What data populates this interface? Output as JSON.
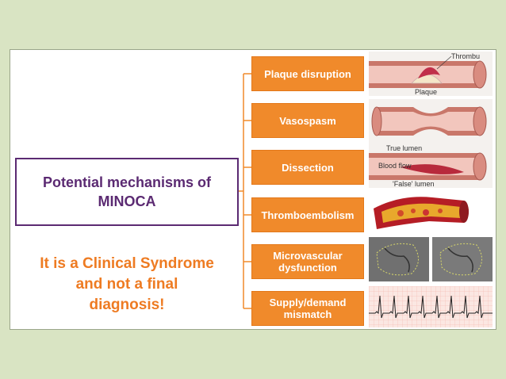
{
  "title": {
    "line1": "Potential mechanisms of",
    "line2": "MINOCA"
  },
  "note": {
    "line1": "It is a Clinical Syndrome",
    "line2": "and not a final",
    "line3": "diagnosis!"
  },
  "mechanisms": [
    {
      "label": "Plaque disruption"
    },
    {
      "label": "Vasospasm"
    },
    {
      "label": "Dissection"
    },
    {
      "label": "Thromboembolism"
    },
    {
      "label": "Microvascular dysfunction"
    },
    {
      "label": "Supply/demand mismatch"
    }
  ],
  "illustrations": {
    "plaque": {
      "thrombus_label": "Thrombu",
      "plaque_label": "Plaque"
    },
    "dissection": {
      "true_lumen_label": "True lumen",
      "blood_flow_label": "Blood flow",
      "false_lumen_label": "'False' lumen"
    }
  },
  "colors": {
    "background": "#d9e4c3",
    "title_border": "#5b2a72",
    "accent_orange": "#f08a2b",
    "note_text": "#ee7b22"
  }
}
